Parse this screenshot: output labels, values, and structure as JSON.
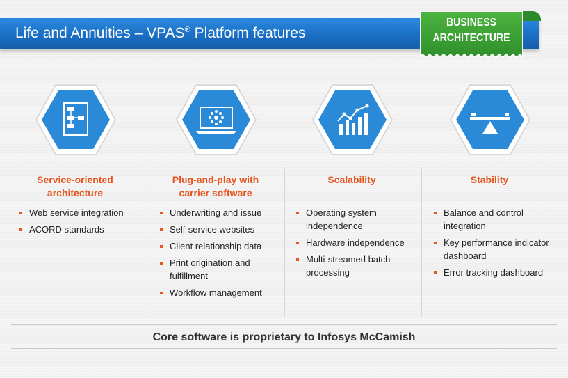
{
  "header": {
    "title_main": "Life and Annuities – VPAS",
    "title_reg": "®",
    "title_rest": " Platform features"
  },
  "badge": {
    "line1": "BUSINESS",
    "line2": "ARCHITECTURE"
  },
  "columns": [
    {
      "heading_line1": "Service-oriented",
      "heading_line2": "architecture",
      "icon": "flowchart-document-icon",
      "items": [
        "Web service integration",
        "ACORD standards"
      ]
    },
    {
      "heading_line1": "Plug-and-play with",
      "heading_line2": "carrier software",
      "icon": "laptop-network-icon",
      "items": [
        "Underwriting and issue",
        "Self-service websites",
        "Client relationship data",
        "Print origination and fulfillment",
        "Workflow management"
      ]
    },
    {
      "heading_line1": "Scalability",
      "heading_line2": "",
      "icon": "growth-chart-icon",
      "items": [
        "Operating system independence",
        "Hardware independence",
        "Multi-streamed batch processing"
      ]
    },
    {
      "heading_line1": "Stability",
      "heading_line2": "",
      "icon": "balance-scale-icon",
      "items": [
        "Balance and control integration",
        "Key performance indicator dashboard",
        "Error tracking dashboard"
      ]
    }
  ],
  "footer": {
    "text": "Core software is proprietary to Infosys McCamish"
  },
  "colors": {
    "header_blue": "#1a6fc4",
    "badge_green": "#3aa335",
    "accent_orange": "#e8541e",
    "icon_blue": "#2a8ad8"
  }
}
